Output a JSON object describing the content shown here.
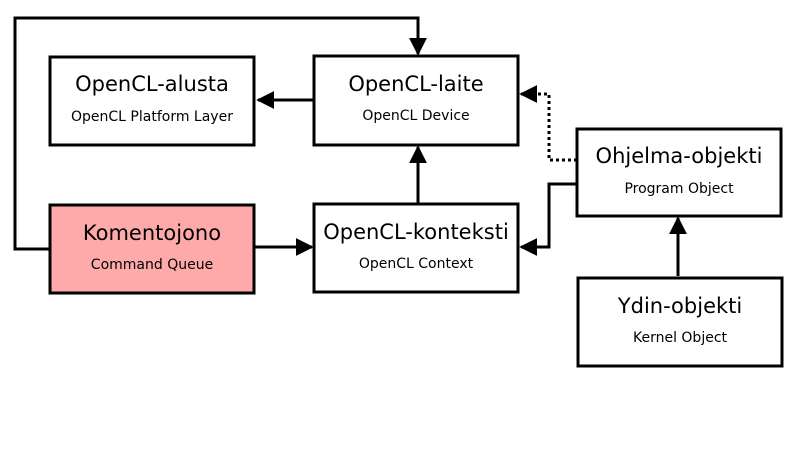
{
  "colors": {
    "stroke": "#000000",
    "node_fill": "#ffffff",
    "highlight_fill": "#ffaaaa"
  },
  "nodes": {
    "platform": {
      "title": "OpenCL-alusta",
      "subtitle": "OpenCL Platform Layer"
    },
    "device": {
      "title": "OpenCL-laite",
      "subtitle": "OpenCL Device"
    },
    "program": {
      "title": "Ohjelma-objekti",
      "subtitle": "Program Object"
    },
    "queue": {
      "title": "Komentojono",
      "subtitle": "Command Queue"
    },
    "context": {
      "title": "OpenCL-konteksti",
      "subtitle": "OpenCL Context"
    },
    "kernel": {
      "title": "Ydin-objekti",
      "subtitle": "Kernel Object"
    }
  },
  "edges": [
    {
      "from": "device",
      "to": "platform",
      "style": "solid"
    },
    {
      "from": "context",
      "to": "device",
      "style": "solid"
    },
    {
      "from": "queue",
      "to": "context",
      "style": "solid"
    },
    {
      "from": "queue",
      "to": "device",
      "style": "solid"
    },
    {
      "from": "program",
      "to": "device",
      "style": "dotted"
    },
    {
      "from": "program",
      "to": "context",
      "style": "solid"
    },
    {
      "from": "kernel",
      "to": "program",
      "style": "solid"
    }
  ]
}
